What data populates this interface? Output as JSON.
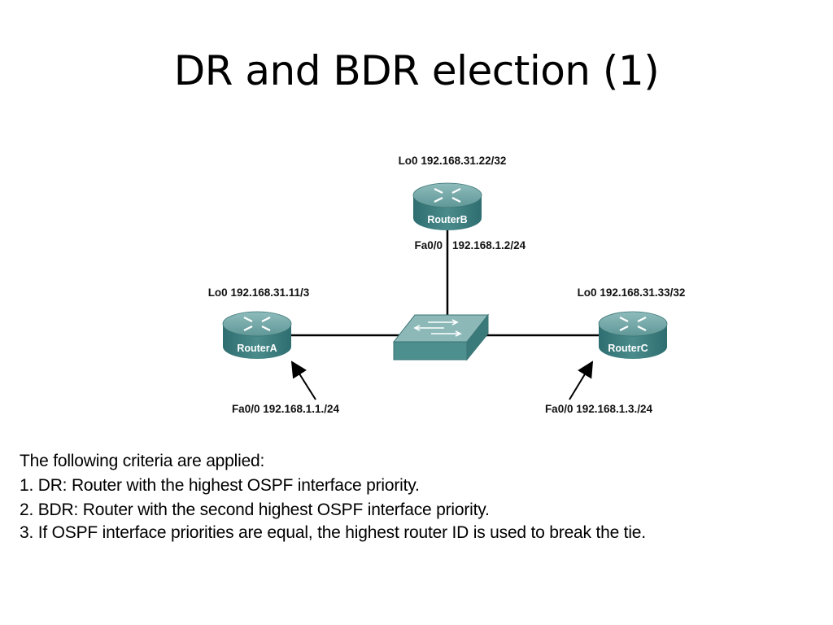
{
  "slide": {
    "title": "DR and BDR election (1)"
  },
  "diagram": {
    "router_b": {
      "name": "RouterB",
      "loopback": "Lo0 192.168.31.22/32",
      "fa_interface": "Fa0/0",
      "fa_ip": "192.168.1.2/24"
    },
    "router_a": {
      "name": "RouterA",
      "loopback": "Lo0 192.168.31.11/3",
      "fa_label": "Fa0/0 192.168.1.1./24"
    },
    "router_c": {
      "name": "RouterC",
      "loopback": "Lo0 192.168.31.33/32",
      "fa_label": "Fa0/0 192.168.1.3./24"
    },
    "colors": {
      "router_top": "#6fa3a3",
      "router_body": "#3e7f80",
      "switch_top": "#8cb9b8",
      "switch_front": "#4d8f8f",
      "link": "#000000"
    }
  },
  "criteria": {
    "intro": "The following criteria are applied:",
    "items": [
      "1. DR: Router with the highest OSPF interface priority.",
      "2. BDR: Router with the second highest OSPF interface priority.",
      "3. If OSPF interface priorities are equal, the highest router ID is used to break the tie."
    ]
  }
}
